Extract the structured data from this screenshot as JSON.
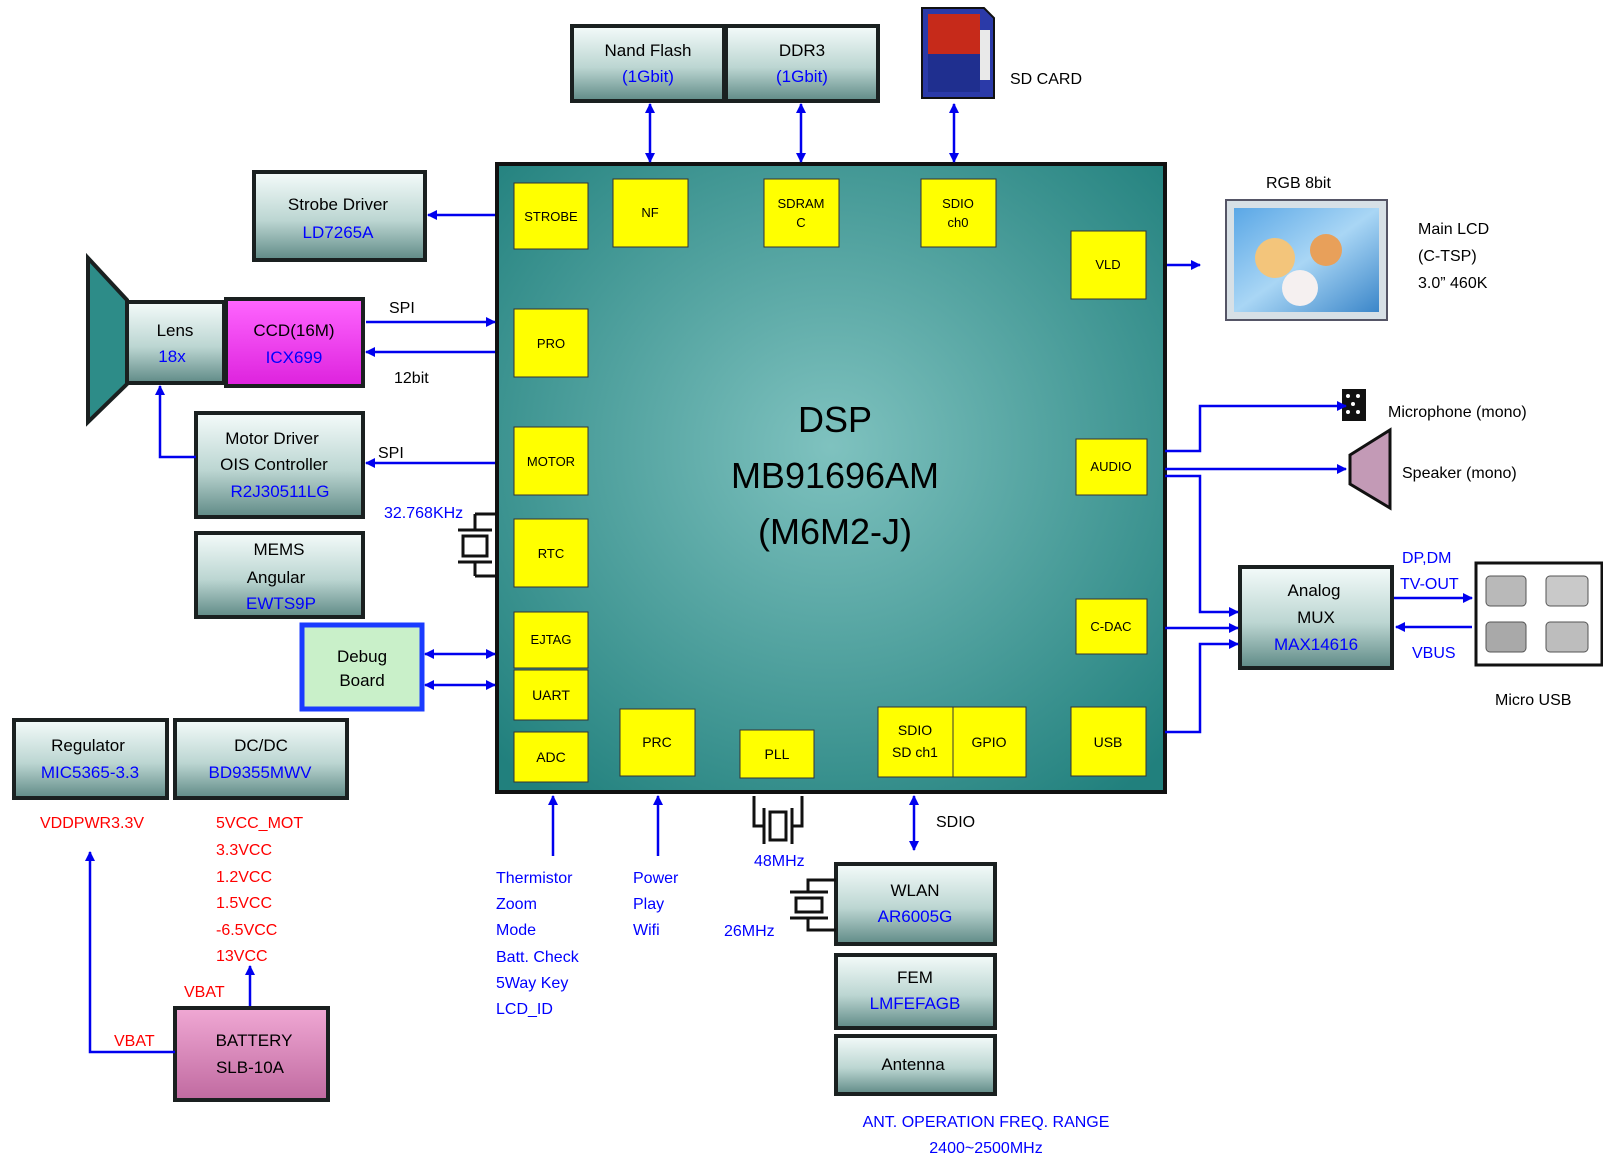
{
  "colors": {
    "wire": "#0000ee",
    "block_text": "#000000",
    "part_number": "#0000ff",
    "power_text": "#ff0000",
    "module_fill": "#c8e0dc",
    "module_border": "#1a2020",
    "dsp_fill": "#2a8f8c",
    "port_fill": "#ffff00",
    "debug_fill": "#c9f0c9",
    "debug_border": "#1a3bff",
    "ccd_fill": "#ff44ff",
    "battery_fill": "#d57fb4"
  },
  "dsp": {
    "title": "DSP",
    "model": "MB91696AM",
    "variant": "(M6M2-J)"
  },
  "ports": {
    "strobe": "STROBE",
    "nf": "NF",
    "sdram_1": "SDRAM",
    "sdram_2": "C",
    "sdio0_1": "SDIO",
    "sdio0_2": "ch0",
    "vld": "VLD",
    "pro": "PRO",
    "motor": "MOTOR",
    "rtc": "RTC",
    "audio": "AUDIO",
    "ejtag": "EJTAG",
    "uart": "UART",
    "cdac": "C-DAC",
    "adc": "ADC",
    "prc": "PRC",
    "pll": "PLL",
    "sdio1_1": "SDIO",
    "sdio1_2": "SD ch1",
    "gpio": "GPIO",
    "usb": "USB"
  },
  "modules": {
    "nand": {
      "name": "Nand Flash",
      "spec": "(1Gbit)"
    },
    "ddr3": {
      "name": "DDR3",
      "spec": "(1Gbit)"
    },
    "strobe_driver": {
      "name": "Strobe Driver",
      "part": "LD7265A"
    },
    "lens": {
      "name": "Lens",
      "spec": "18x"
    },
    "ccd": {
      "name": "CCD(16M)",
      "part": "ICX699"
    },
    "motor_driver": {
      "name1": "Motor Driver",
      "name2": "OIS Controller",
      "part": "R2J30511LG"
    },
    "mems": {
      "name1": "MEMS",
      "name2": "Angular",
      "part": "EWTS9P"
    },
    "debug": {
      "name1": "Debug",
      "name2": "Board"
    },
    "regulator": {
      "name": "Regulator",
      "part": "MIC5365-3.3"
    },
    "dcdc": {
      "name": "DC/DC",
      "part": "BD9355MWV"
    },
    "battery": {
      "name": "BATTERY",
      "part": "SLB-10A"
    },
    "wlan": {
      "name": "WLAN",
      "part": "AR6005G"
    },
    "fem": {
      "name": "FEM",
      "part": "LMFEFAGB"
    },
    "antenna": {
      "name": "Antenna"
    },
    "mux": {
      "name1": "Analog",
      "name2": "MUX",
      "part": "MAX14616"
    }
  },
  "labels": {
    "sd_card": "SD CARD",
    "rgb": "RGB 8bit",
    "lcd_1": "Main LCD",
    "lcd_2": "(C-TSP)",
    "lcd_3": "3.0” 460K",
    "microphone": "Microphone (mono)",
    "speaker": "Speaker (mono)",
    "micro_usb": "Micro USB",
    "dp_dm": "DP,DM",
    "tv_out": "TV-OUT",
    "vbus": "VBUS",
    "spi_ccd": "SPI",
    "bits_12": "12bit",
    "spi_motor": "SPI",
    "rtc_crystal": "32.768KHz",
    "pll_crystal": "48MHz",
    "wlan_crystal": "26MHz",
    "sdio_wlan": "SDIO",
    "ant_range_1": "ANT. OPERATION FREQ. RANGE",
    "ant_range_2": "2400~2500MHz",
    "vbat_1": "VBAT",
    "vbat_2": "VBAT",
    "vddpwr": "VDDPWR3.3V"
  },
  "power_rails": [
    "5VCC_MOT",
    "3.3VCC",
    "1.2VCC",
    "1.5VCC",
    "-6.5VCC",
    "13VCC"
  ],
  "adc_inputs": [
    "Thermistor",
    "Zoom",
    "Mode",
    "Batt. Check",
    "5Way Key",
    "LCD_ID"
  ],
  "prc_inputs": [
    "Power",
    "Play",
    "Wifi"
  ],
  "icons": {
    "sd_card": "sd-card-icon",
    "lcd": "lcd-photo-icon",
    "microphone": "microphone-icon",
    "speaker": "speaker-icon",
    "usb": "micro-usb-connector-icon",
    "crystal": "crystal-oscillator-icon",
    "lens": "lens-barrel-icon"
  }
}
